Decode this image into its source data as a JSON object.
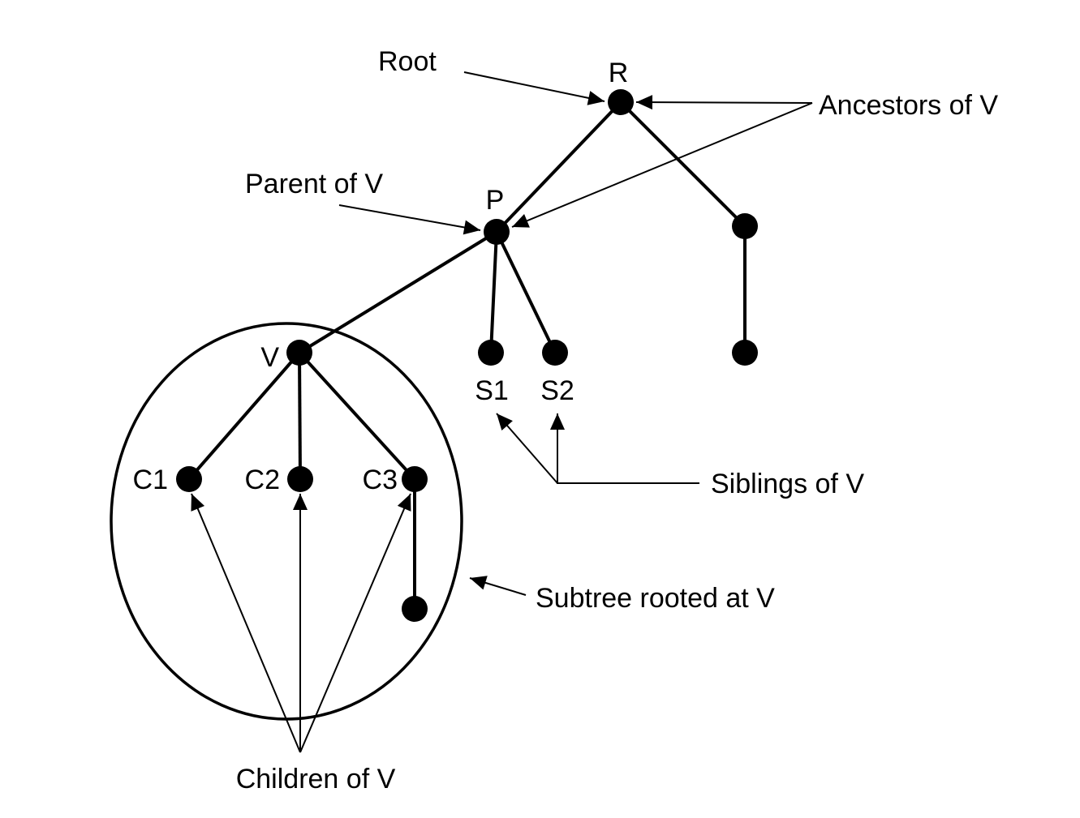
{
  "nodes": {
    "r": "R",
    "p": "P",
    "v": "V",
    "s1": "S1",
    "s2": "S2",
    "c1": "C1",
    "c2": "C2",
    "c3": "C3"
  },
  "annotations": {
    "root": "Root",
    "ancestors": "Ancestors of V",
    "parent": "Parent of V",
    "siblings": "Siblings of V",
    "subtree": "Subtree rooted at V",
    "children": "Children of V"
  },
  "colors": {
    "ink": "#000000",
    "background": "#ffffff"
  }
}
